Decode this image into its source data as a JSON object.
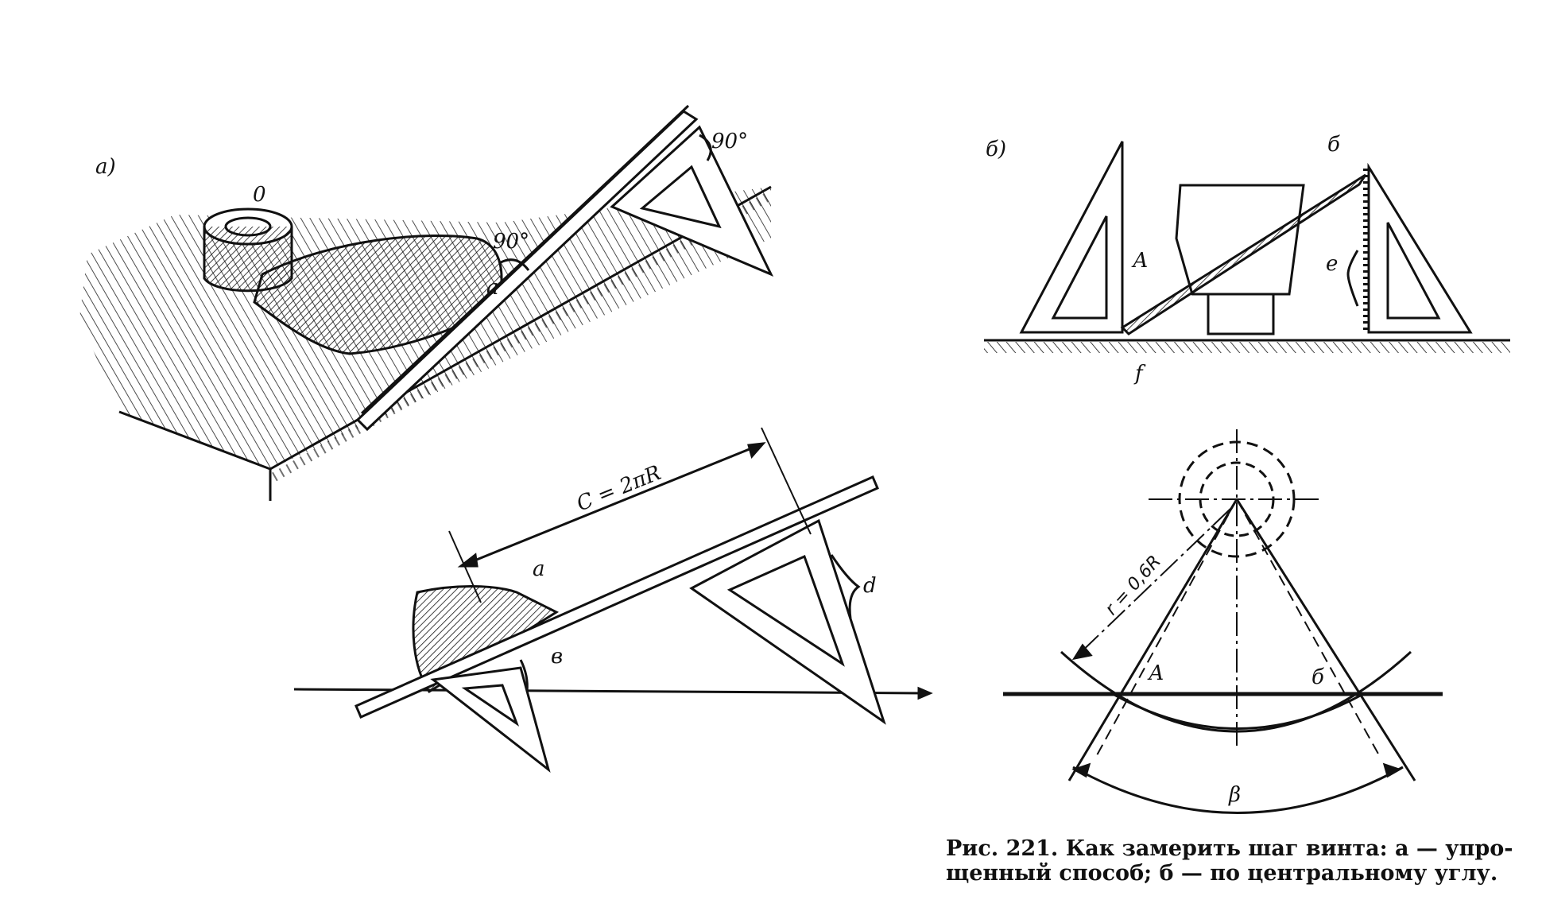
{
  "panel_a": {
    "label": "а)",
    "top": {
      "angle_upper": "90°",
      "angle_lower": "90°",
      "point_o": "0",
      "point_a": "а"
    },
    "bottom": {
      "dimension": "C = 2πR",
      "point_a": "а",
      "angle": "в",
      "side": "d"
    }
  },
  "panel_b": {
    "label": "б)",
    "top": {
      "point_upper_b": "б",
      "point_a": "А",
      "side_e": "е",
      "point_f": "f"
    },
    "bottom": {
      "radius": "r = 0,6R",
      "point_a": "А",
      "point_b": "б",
      "angle": "β"
    }
  },
  "caption": {
    "line1": "Рис. 221. Как замерить шаг винта: а — упро-",
    "line2": "щенный способ; б — по центральному углу."
  },
  "colors": {
    "ink": "#111111",
    "paper": "#ffffff"
  }
}
